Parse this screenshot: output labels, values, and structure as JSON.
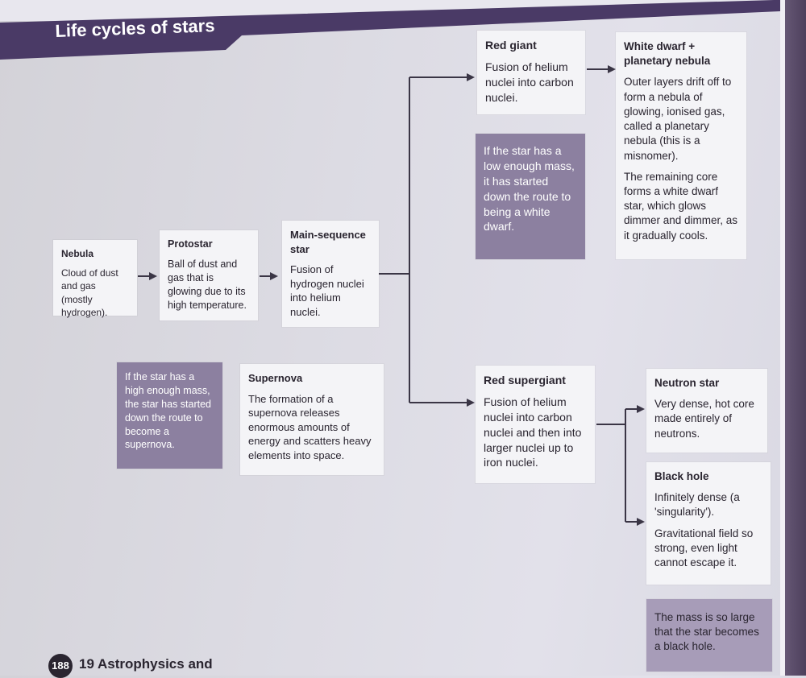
{
  "title": "Life cycles of stars",
  "boxes": {
    "nebula": {
      "heading": "Nebula",
      "body": [
        "Cloud of dust and gas (mostly hydrogen)."
      ]
    },
    "protostar": {
      "heading": "Protostar",
      "body": [
        "Ball of dust and gas that is glowing due to its high temperature."
      ]
    },
    "main_sequence": {
      "heading": "Main-sequence star",
      "body": [
        "Fusion of hydrogen nuclei into helium nuclei."
      ]
    },
    "red_giant": {
      "heading": "Red giant",
      "body": [
        "Fusion of helium nuclei into carbon nuclei."
      ]
    },
    "low_mass_note": {
      "heading": "",
      "body": [
        "If the star has a low enough mass, it has started down the route to being a white dwarf."
      ]
    },
    "white_dwarf": {
      "heading": "White dwarf + planetary nebula",
      "body": [
        "Outer layers drift off to form a nebula of glowing, ionised gas, called a planetary nebula (this is a misnomer).",
        "The remaining core forms a white dwarf star, which glows dimmer and dimmer, as it gradually cools."
      ]
    },
    "high_mass_note": {
      "heading": "",
      "body": [
        "If the star has a high enough mass, the star has started down the route to become a supernova."
      ]
    },
    "supernova": {
      "heading": "Supernova",
      "body": [
        "The formation of a supernova releases enormous amounts of energy and scatters heavy elements into space."
      ]
    },
    "red_supergiant": {
      "heading": "Red supergiant",
      "body": [
        "Fusion of helium nuclei into carbon nuclei and then into larger nuclei up to iron nuclei."
      ]
    },
    "neutron_star": {
      "heading": "Neutron star",
      "body": [
        "Very dense, hot core made entirely of neutrons."
      ]
    },
    "black_hole": {
      "heading": "Black hole",
      "body": [
        "Infinitely dense (a 'singularity').",
        "Gravitational field so strong, even light cannot escape it."
      ]
    },
    "black_hole_note": {
      "heading": "",
      "body": [
        "The mass is so large that the star becomes a black hole."
      ]
    }
  },
  "footer": {
    "page_number": "188",
    "chapter_number": "19",
    "chapter_title": "Astrophysics and"
  },
  "colors": {
    "banner": "#4a3a66",
    "dark_box": "#8c80a0",
    "light_box": "#f4f4f7",
    "arrow": "#3a3545"
  }
}
